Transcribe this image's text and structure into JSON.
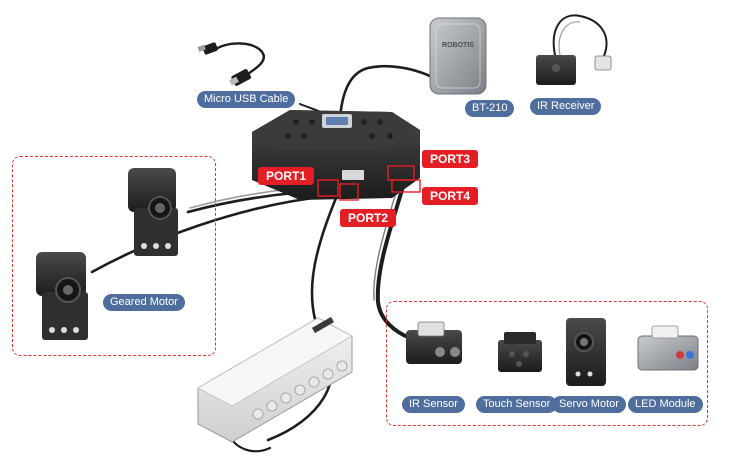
{
  "labels": {
    "micro_usb_cable": "Micro USB Cable",
    "bt210": "BT-210",
    "ir_receiver": "IR Receiver",
    "port1": "PORT1",
    "port2": "PORT2",
    "port3": "PORT3",
    "port4": "PORT4",
    "geared_motor": "Geared Motor",
    "ir_sensor": "IR Sensor",
    "touch_sensor": "Touch Sensor",
    "servo_motor": "Servo Motor",
    "led_module": "LED Module"
  },
  "bt_module_brand": "ROBOTIS",
  "colors": {
    "label_blue": "#4f6e9e",
    "port_red": "#e31e24",
    "dashed_border": "#e0322f",
    "device_dark": "#2b2b2b",
    "device_gray": "#9a9da2"
  }
}
